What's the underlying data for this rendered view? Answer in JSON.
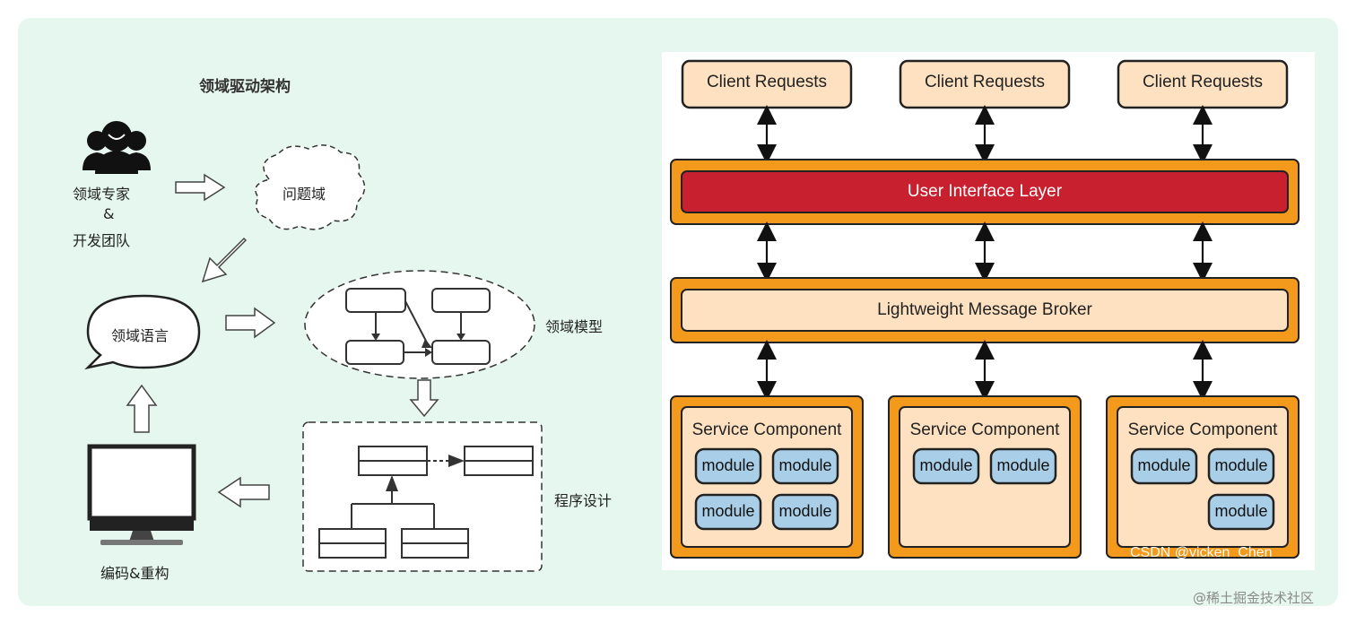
{
  "left": {
    "title": "领域驱动架构",
    "expert_line1": "领域专家",
    "expert_amp": "&",
    "expert_line2": "开发团队",
    "problem_domain": "问题域",
    "domain_language": "领域语言",
    "domain_model": "领域模型",
    "program_design": "程序设计",
    "code_refactor": "编码&重构"
  },
  "right": {
    "client_requests": [
      "Client Requests",
      "Client Requests",
      "Client Requests"
    ],
    "ui_layer": "User Interface Layer",
    "broker": "Lightweight Message Broker",
    "services": [
      {
        "title": "Service Component",
        "modules": [
          "module",
          "module",
          "module",
          "module"
        ]
      },
      {
        "title": "Service Component",
        "modules": [
          "module",
          "module"
        ]
      },
      {
        "title": "Service Component",
        "modules": [
          "module",
          "module",
          "module"
        ]
      }
    ],
    "watermark": "CSDN @vicken_Chen"
  },
  "footer": "@稀土掘金技术社区",
  "colors": {
    "background": "#e6f7ef",
    "orange": "#f39a1c",
    "peach": "#fde1c1",
    "red": "#c8202e",
    "module_blue": "#a9cfe8"
  }
}
